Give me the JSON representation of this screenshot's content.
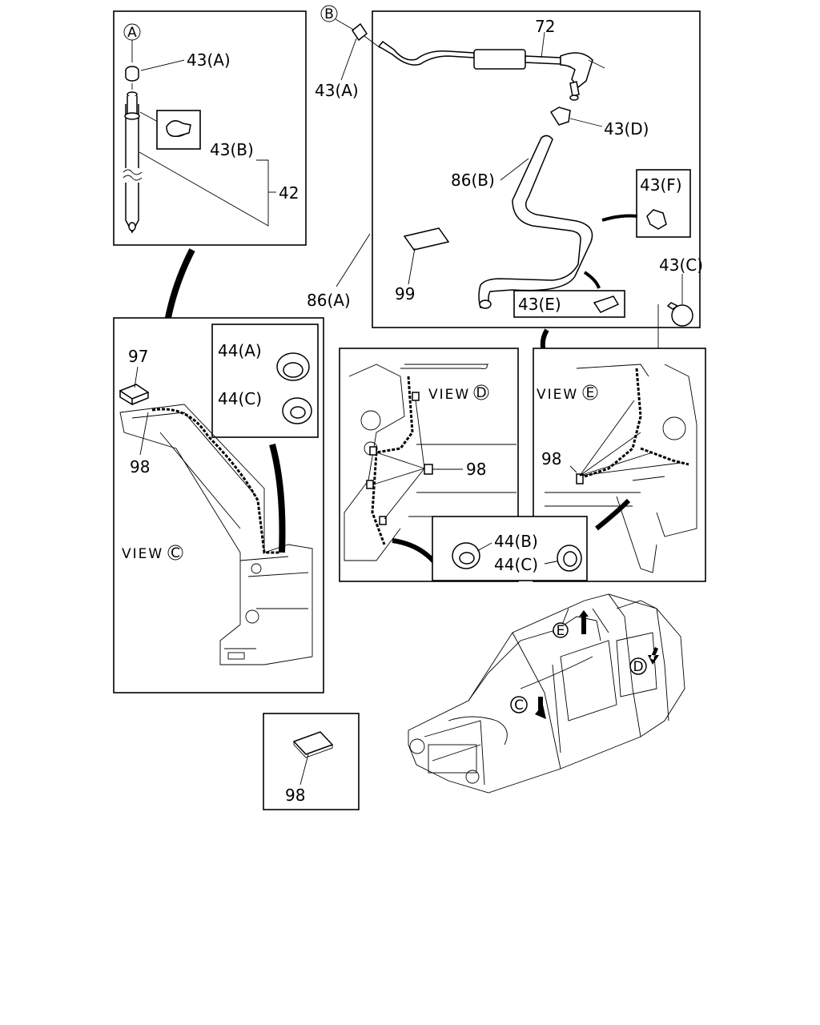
{
  "labels": {
    "ref_a_mark": "A",
    "ref_b_mark": "B",
    "p43a_top": "43(A)",
    "p43a_b": "43(A)",
    "p43b": "43(B)",
    "p42": "42",
    "p72": "72",
    "p43d": "43(D)",
    "p86b": "86(B)",
    "p43f": "43(F)",
    "p99": "99",
    "p43e": "43(E)",
    "p86a": "86(A)",
    "p43c": "43(C)",
    "p97": "97",
    "p98_view_c": "98",
    "p44a": "44(A)",
    "p44c_top": "44(C)",
    "p98_view_d": "98",
    "p98_view_e": "98",
    "p44b": "44(B)",
    "p44c_bottom": "44(C)",
    "p98_box": "98"
  },
  "views": {
    "view_c_text": "VIEW",
    "view_c_mark": "C",
    "view_d_text": "VIEW",
    "view_d_mark": "D",
    "view_e_text": "VIEW",
    "view_e_mark": "E"
  },
  "vehicle_marks": {
    "c": "C",
    "d": "D",
    "e": "E"
  }
}
